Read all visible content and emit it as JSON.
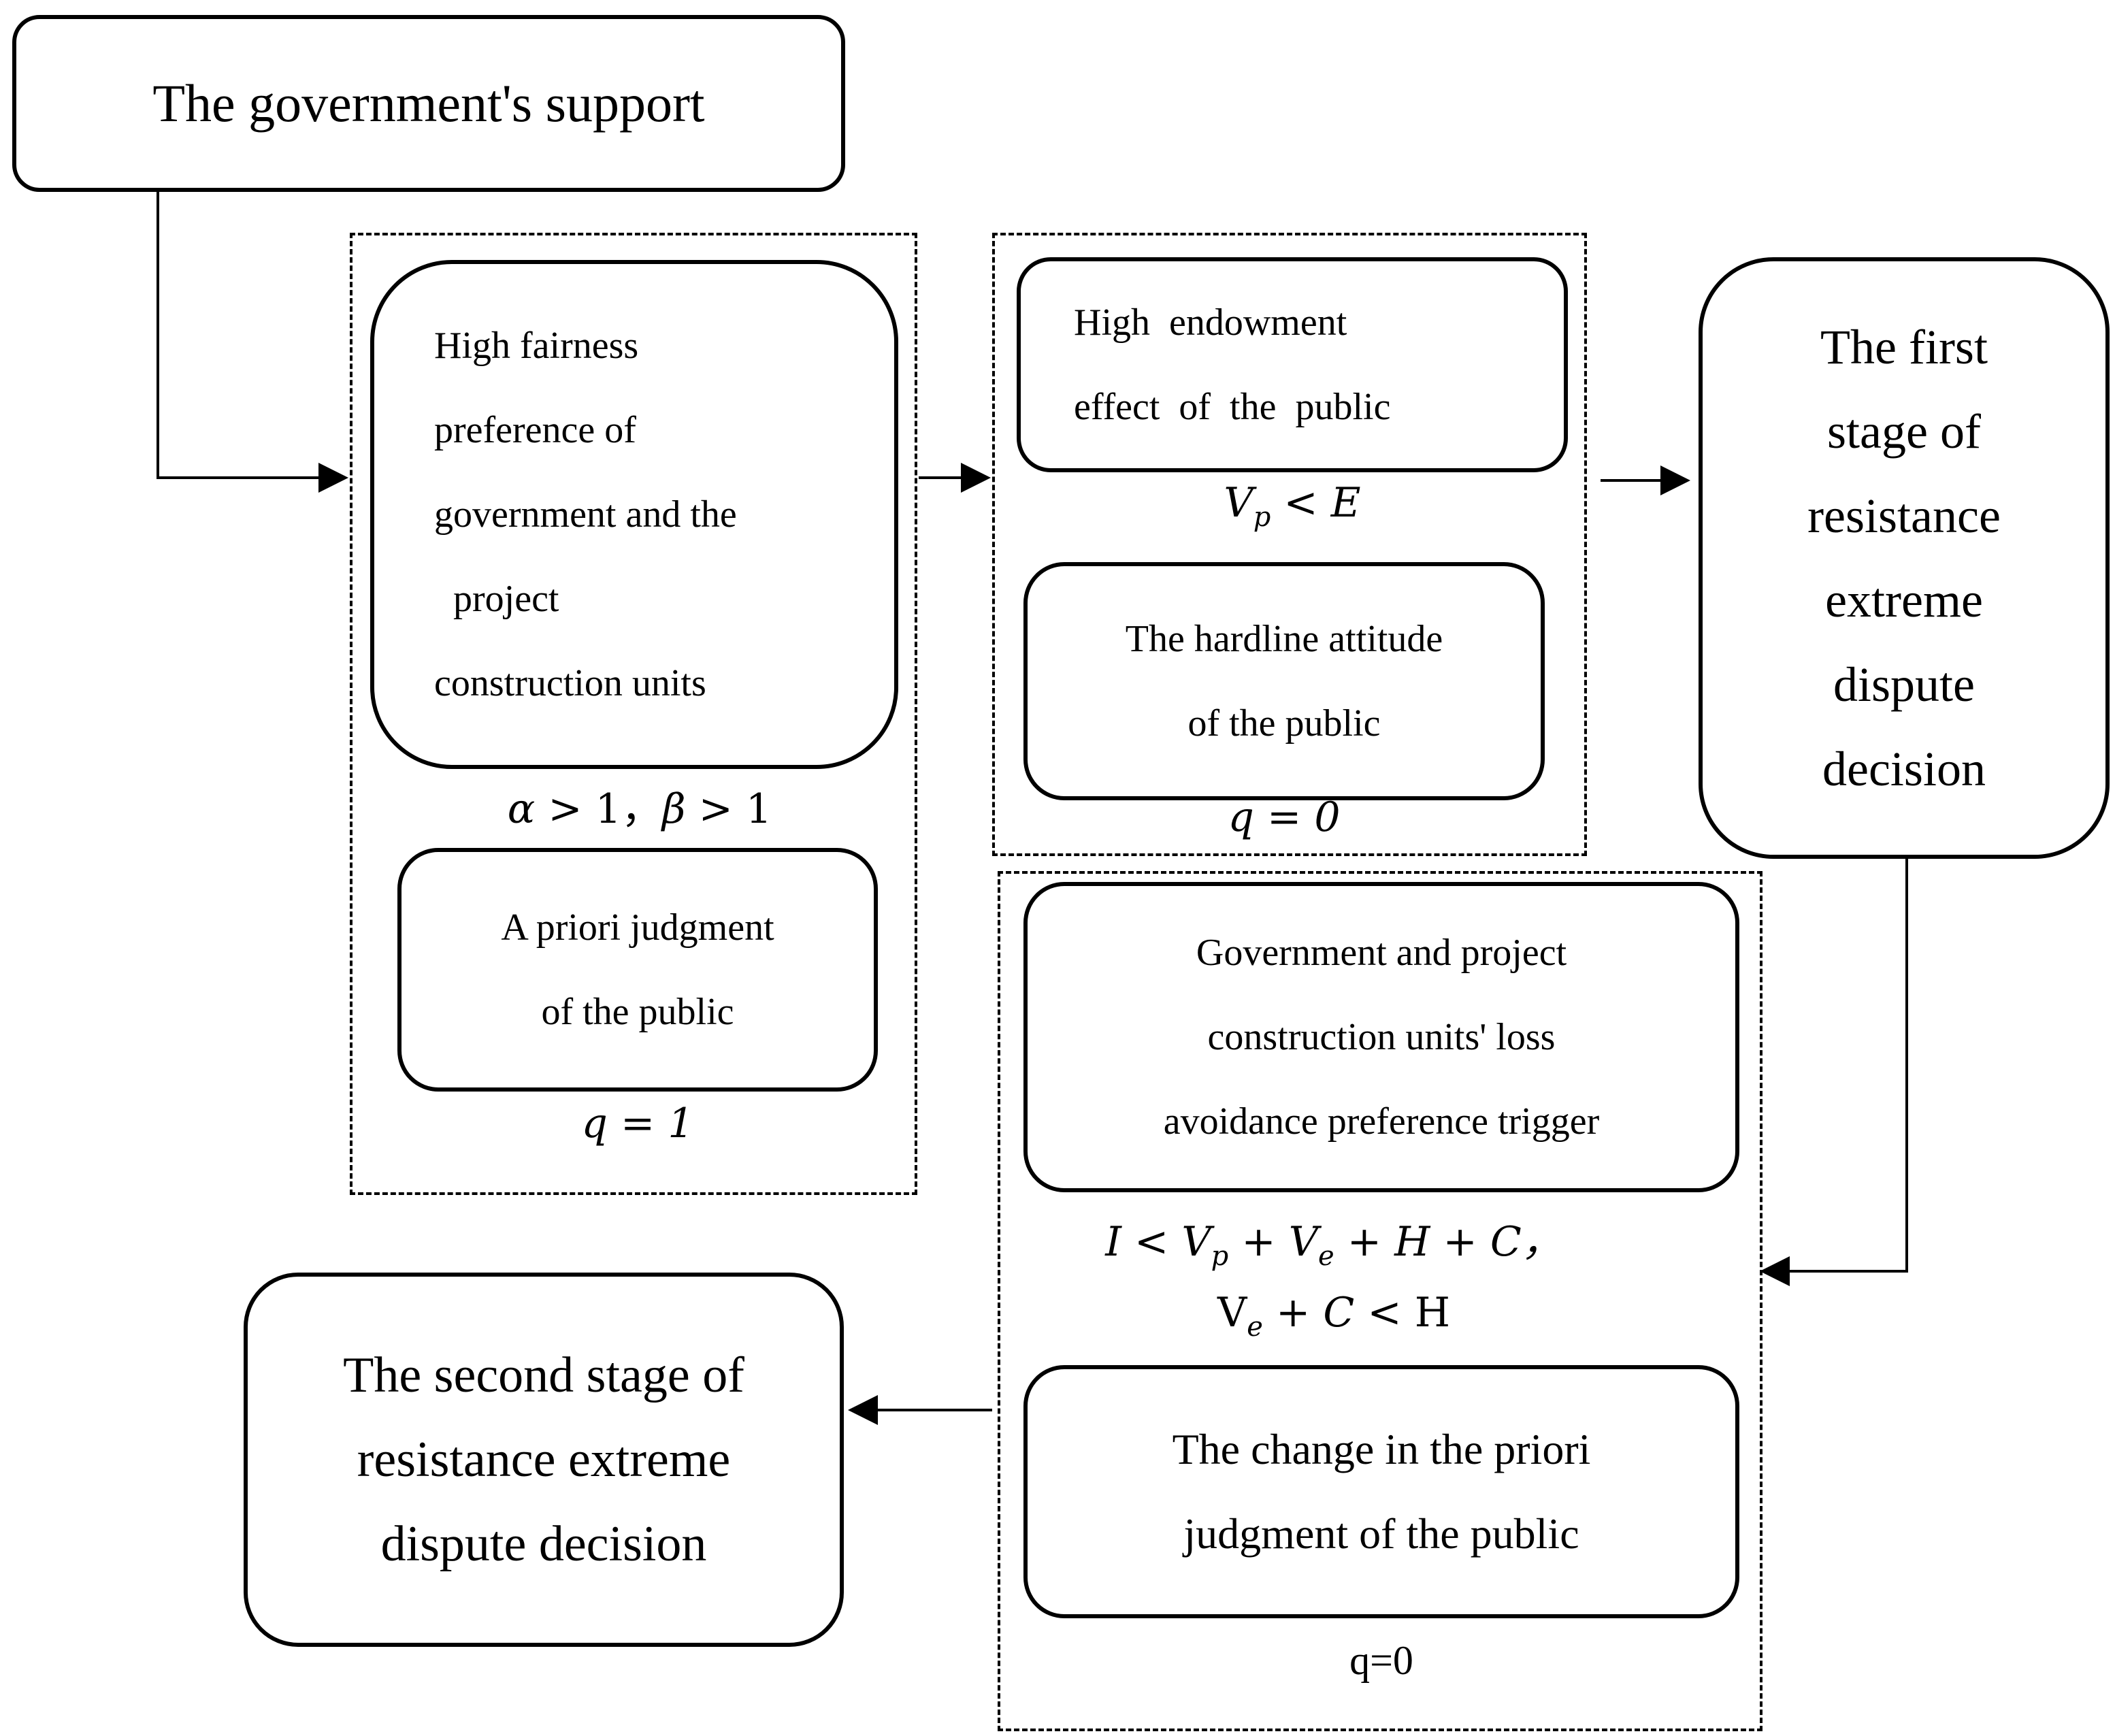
{
  "diagram": {
    "nodes": {
      "government_support": {
        "lines": [
          "The government's support"
        ]
      },
      "fairness_preference": {
        "lines": [
          "High  fairness",
          "preference  of",
          "government  and  the",
          "  project",
          "construction  units"
        ]
      },
      "priori_judgment": {
        "lines": [
          "A priori judgment",
          "of the public"
        ]
      },
      "endowment_effect": {
        "lines": [
          "High  endowment",
          "effect  of  the  public"
        ]
      },
      "hardline_attitude": {
        "lines": [
          "The hardline attitude",
          "of the public"
        ]
      },
      "first_stage": {
        "lines": [
          "The first",
          "stage of",
          "resistance",
          "extreme",
          "dispute",
          "decision"
        ]
      },
      "loss_avoidance": {
        "lines": [
          "Government and project",
          "construction units' loss",
          "avoidance preference trigger"
        ]
      },
      "priori_change": {
        "lines": [
          "The change in the priori",
          "judgment of the public"
        ]
      },
      "second_stage": {
        "lines": [
          "The second stage of",
          "resistance extreme",
          "dispute decision"
        ]
      }
    },
    "conditions": {
      "alpha_beta": {
        "alpha": "α",
        "gt1": " > 1，",
        "beta": "β",
        "gt2": " > 1"
      },
      "q1": "q = 1",
      "vp_e": {
        "v": "V",
        "sub": "p",
        "rest": " < E"
      },
      "q0_upper": "q = 0",
      "loss_line1": {
        "i": "I < V",
        "sub1": "p",
        "mid1": " + V",
        "sub2": "e",
        "mid2": " + H + C，"
      },
      "loss_line2": {
        "v": "V",
        "sub": "e",
        "mid": " + C < ",
        "h": "H"
      },
      "q0_lower": "q=0"
    }
  }
}
